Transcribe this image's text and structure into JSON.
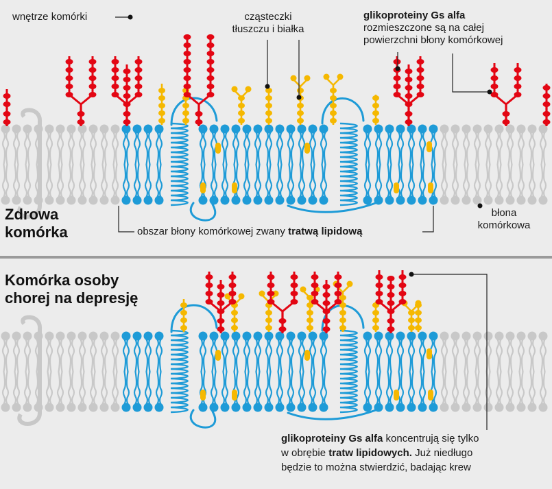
{
  "top": {
    "label_interior": "wnętrze komórki",
    "label_particles_l1": "cząsteczki",
    "label_particles_l2": "tłuszczu i białka",
    "label_gs_title": "glikoproteiny Gs alfa",
    "label_gs_l1": "rozmieszczone są na całej",
    "label_gs_l2": "powierzchni błony komórkowej",
    "title_l1": "Zdrowa",
    "title_l2": "komórka",
    "raft_text": "obszar błony komórkowej zwany ",
    "raft_bold": "tratwą lipidową",
    "membrane_l1": "błona",
    "membrane_l2": "komórkowa"
  },
  "bottom": {
    "title_l1": "Komórka osoby",
    "title_l2": "chorej na depresję",
    "gs_bold": "glikoproteiny Gs alfa",
    "gs_text1": " koncentrują się tylko",
    "gs_text2a": "w obrębie ",
    "gs_bold2": "tratw lipidowych.",
    "gs_text2b": " Już niedługo",
    "gs_text3": "będzie to można stwierdzić, badając krew"
  },
  "colors": {
    "lipid_gray": "#c8c8c8",
    "lipid_blue": "#1e9bd7",
    "glycoprotein_red": "#e30613",
    "particle_yellow": "#f5b800",
    "panel_bg": "#ececec"
  }
}
